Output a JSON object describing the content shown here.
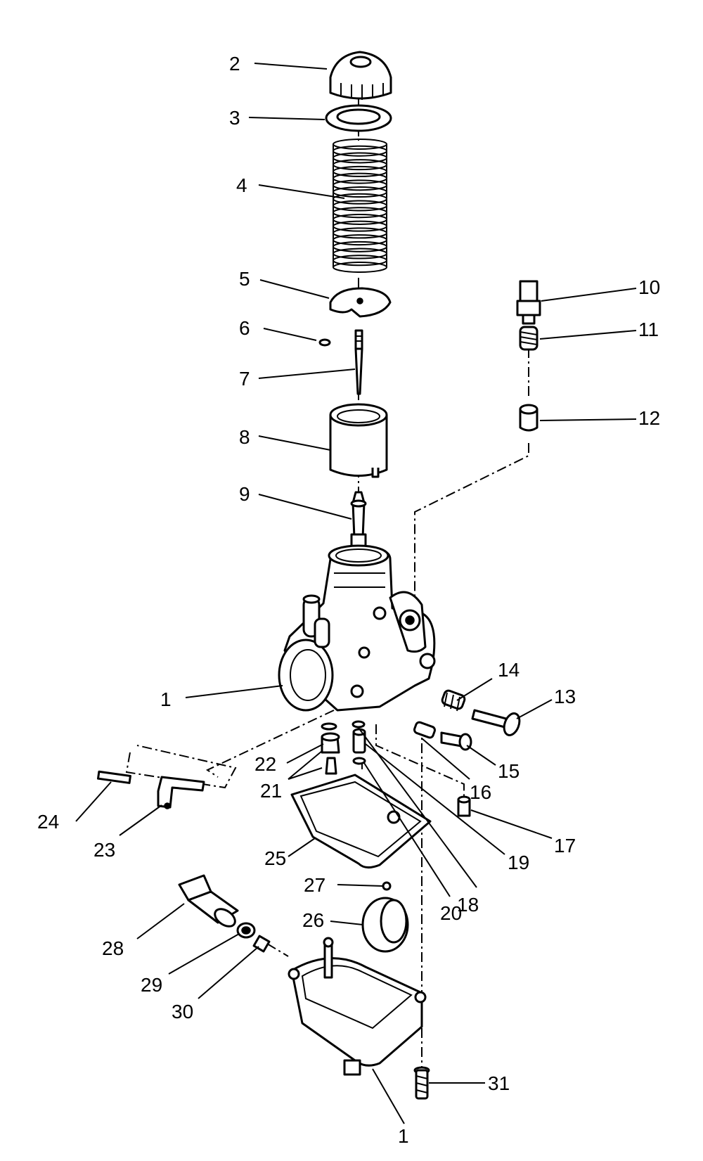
{
  "callouts": [
    {
      "id": "1a",
      "text": "1"
    },
    {
      "id": "2",
      "text": "2"
    },
    {
      "id": "3",
      "text": "3"
    },
    {
      "id": "4",
      "text": "4"
    },
    {
      "id": "5",
      "text": "5"
    },
    {
      "id": "6",
      "text": "6"
    },
    {
      "id": "7",
      "text": "7"
    },
    {
      "id": "8",
      "text": "8"
    },
    {
      "id": "9",
      "text": "9"
    },
    {
      "id": "10",
      "text": "10"
    },
    {
      "id": "11",
      "text": "11"
    },
    {
      "id": "12",
      "text": "12"
    },
    {
      "id": "13",
      "text": "13"
    },
    {
      "id": "14",
      "text": "14"
    },
    {
      "id": "15",
      "text": "15"
    },
    {
      "id": "16",
      "text": "16"
    },
    {
      "id": "17",
      "text": "17"
    },
    {
      "id": "18",
      "text": "18"
    },
    {
      "id": "19",
      "text": "19"
    },
    {
      "id": "20",
      "text": "20"
    },
    {
      "id": "21",
      "text": "21"
    },
    {
      "id": "22",
      "text": "22"
    },
    {
      "id": "23",
      "text": "23"
    },
    {
      "id": "24",
      "text": "24"
    },
    {
      "id": "25",
      "text": "25"
    },
    {
      "id": "26",
      "text": "26"
    },
    {
      "id": "27",
      "text": "27"
    },
    {
      "id": "28",
      "text": "28"
    },
    {
      "id": "29",
      "text": "29"
    },
    {
      "id": "30",
      "text": "30"
    },
    {
      "id": "31",
      "text": "31"
    },
    {
      "id": "1b",
      "text": "1"
    }
  ]
}
